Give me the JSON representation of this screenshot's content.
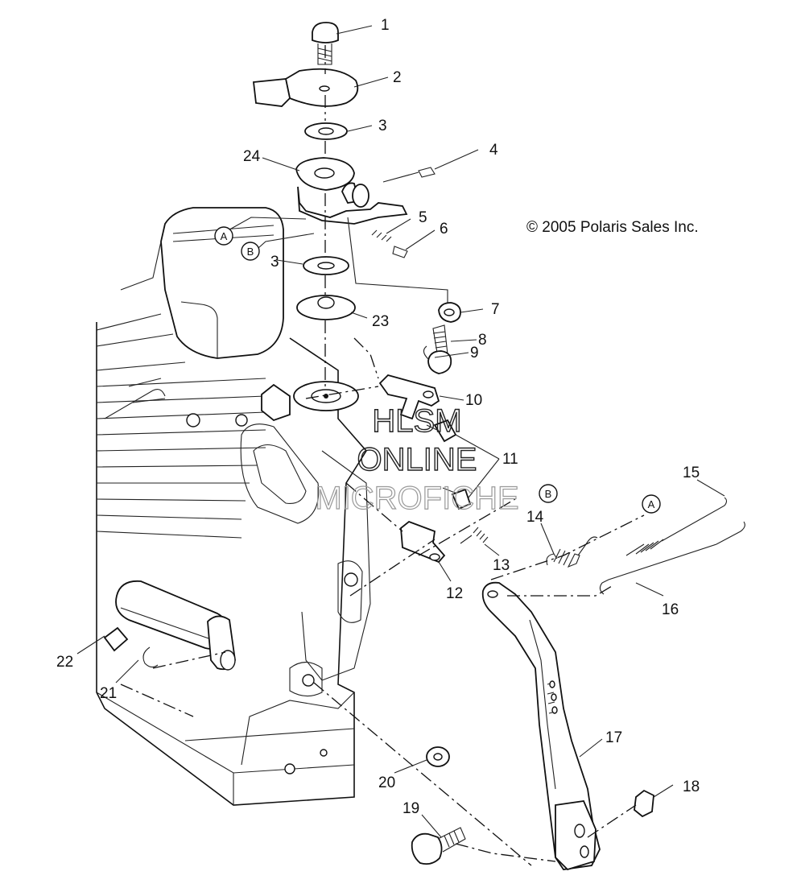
{
  "copyright": "© 2005 Polaris Sales Inc.",
  "watermark": [
    "HLSM",
    "ONLINE",
    "MICROFICHE"
  ],
  "ref_letters": [
    "A",
    "B"
  ],
  "callouts": [
    "1",
    "2",
    "3",
    "4",
    "5",
    "6",
    "7",
    "8",
    "9",
    "10",
    "11",
    "12",
    "13",
    "14",
    "15",
    "16",
    "17",
    "18",
    "19",
    "20",
    "21",
    "22",
    "23",
    "24"
  ]
}
